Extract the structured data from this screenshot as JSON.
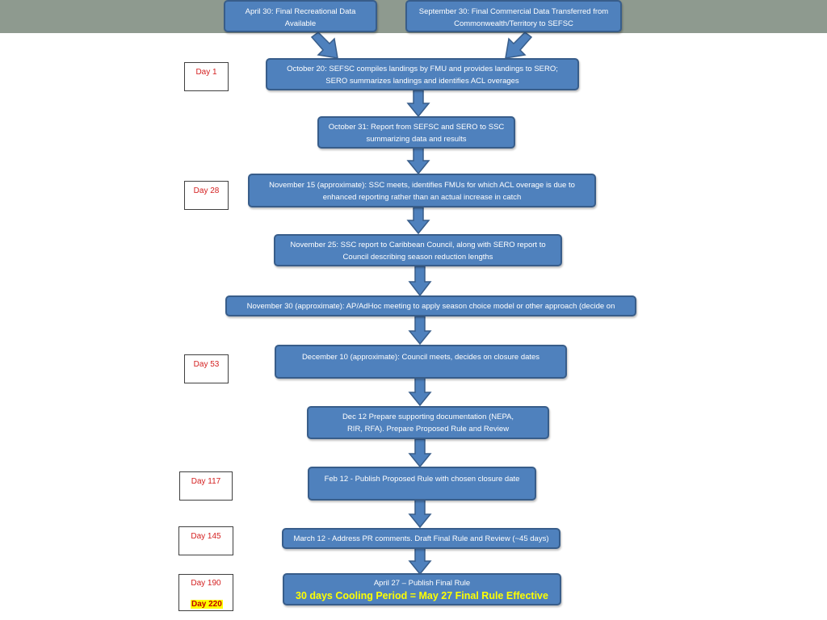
{
  "colors": {
    "box_fill": "#4f81bd",
    "box_border": "#385d8a",
    "day_text": "#d42020",
    "highlight_text": "#ffff00",
    "top_band": "#8e9a8f"
  },
  "steps": {
    "apr30": "April 30: Final Recreational Data Available",
    "sep30": "September 30: Final Commercial Data Transferred from Commonwealth/Territory to SEFSC",
    "oct20": "October 20: SEFSC compiles landings by FMU and provides landings to SERO; SERO summarizes landings and identifies ACL overages",
    "oct31": "October 31: Report from SEFSC and SERO to SSC summarizing data and results",
    "nov15": "November 15 (approximate): SSC meets, identifies FMUs for which ACL overage is due to enhanced reporting rather than an actual increase in catch",
    "nov25": "November 25: SSC report to Caribbean Council, along with SERO report to Council describing season reduction lengths",
    "nov30": "November 30 (approximate): AP/AdHoc meeting to apply season choice model or other approach (decide on",
    "dec10": "December 10 (approximate): Council meets, decides on closure dates",
    "dec12": "Dec 12 Prepare supporting documentation (NEPA, RIR, RFA). Prepare Proposed Rule and Review",
    "feb12": "Feb 12 - Publish Proposed Rule with chosen closure date",
    "mar12": "March 12 - Address PR comments. Draft Final Rule and Review (~45 days)",
    "apr27": "April 27 – Publish Final Rule",
    "cooling": "30 days Cooling Period = May 27 Final Rule Effective"
  },
  "days": {
    "d1": "Day 1",
    "d28": "Day 28",
    "d53": "Day 53",
    "d117": "Day 117",
    "d145": "Day 145",
    "d190": "Day 190",
    "d220": "Day 220"
  },
  "icons": {
    "flow_arrow": "down-arrow-icon"
  }
}
